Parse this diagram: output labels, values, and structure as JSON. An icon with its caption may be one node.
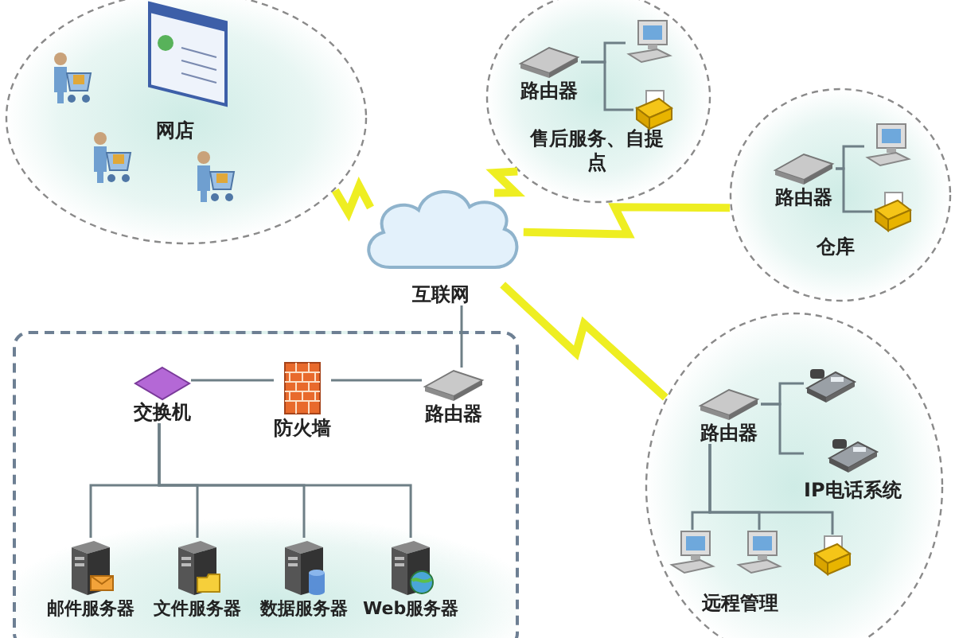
{
  "diagram": {
    "nodes": [
      {
        "text": [
          "网店"
        ]
      },
      {
        "text": [
          "售后服务、自提点"
        ]
      },
      {
        "text": [
          "路由器"
        ],
        "in": 1
      },
      {
        "text": [],
        "shape": "picture",
        "in": 1
      },
      {
        "text": [],
        "shape": "picture",
        "in": 1
      },
      {
        "text": [
          "仓库"
        ]
      },
      {
        "text": [
          "路由器"
        ],
        "in": 5
      },
      {
        "text": [],
        "shape": "picture",
        "in": 5
      },
      {
        "text": [],
        "shape": "picture",
        "in": 5
      },
      {
        "text": [
          "互联网"
        ]
      },
      {
        "text": [],
        "shape": "box"
      },
      {
        "text": [
          "交换机"
        ],
        "in": 10
      },
      {
        "text": [
          "防火墙"
        ],
        "in": 10
      },
      {
        "text": [
          "路由器"
        ],
        "in": 10
      },
      {
        "text": [
          "邮件服务器"
        ],
        "in": 10
      },
      {
        "text": [
          "文件服务器"
        ],
        "in": 10
      },
      {
        "text": [
          "数据服务器"
        ],
        "in": 10
      },
      {
        "text": [
          "Web服务器"
        ],
        "in": 10
      },
      {
        "text": [
          "远程管理"
        ]
      },
      {
        "text": [
          "路由器"
        ],
        "in": 18
      },
      {
        "text": [],
        "shape": "picture",
        "in": 18
      },
      {
        "text": [],
        "shape": "picture",
        "in": 18,
        "beside": [
          "IP电话系统"
        ]
      },
      {
        "text": [],
        "shape": "picture",
        "in": 18
      },
      {
        "text": [],
        "shape": "picture",
        "in": 18
      },
      {
        "text": [],
        "shape": "picture",
        "in": 18
      }
    ],
    "edges": [
      {
        "from": 9,
        "to": 0,
        "arrow": "none",
        "style": "thick",
        "color": "#eeee22"
      },
      {
        "from": 9,
        "to": 1,
        "arrow": "none",
        "style": "thick",
        "color": "#eeee22"
      },
      {
        "from": 9,
        "to": 5,
        "arrow": "none",
        "style": "thick",
        "color": "#eeee22"
      },
      {
        "from": 9,
        "to": 18,
        "arrow": "none",
        "style": "thick",
        "color": "#eeee22"
      },
      {
        "from": 9,
        "to": 13,
        "arrow": "none"
      },
      {
        "from": 2,
        "to": 3,
        "arrow": "none"
      },
      {
        "from": 2,
        "to": 4,
        "arrow": "none"
      },
      {
        "from": 6,
        "to": 7,
        "arrow": "none"
      },
      {
        "from": 6,
        "to": 8,
        "arrow": "none"
      },
      {
        "from": 11,
        "to": 12,
        "arrow": "none"
      },
      {
        "from": 12,
        "to": 13,
        "arrow": "none"
      },
      {
        "from": 11,
        "to": 14,
        "arrow": "none"
      },
      {
        "from": 11,
        "to": 15,
        "arrow": "none"
      },
      {
        "from": 11,
        "to": 16,
        "arrow": "none"
      },
      {
        "from": 11,
        "to": 17,
        "arrow": "none"
      },
      {
        "from": 19,
        "to": 20,
        "arrow": "none"
      },
      {
        "from": 19,
        "to": 21,
        "arrow": "none"
      },
      {
        "from": 19,
        "to": 22,
        "arrow": "none"
      },
      {
        "from": 19,
        "to": 23,
        "arrow": "none"
      },
      {
        "from": 19,
        "to": 24,
        "arrow": "none"
      }
    ]
  }
}
